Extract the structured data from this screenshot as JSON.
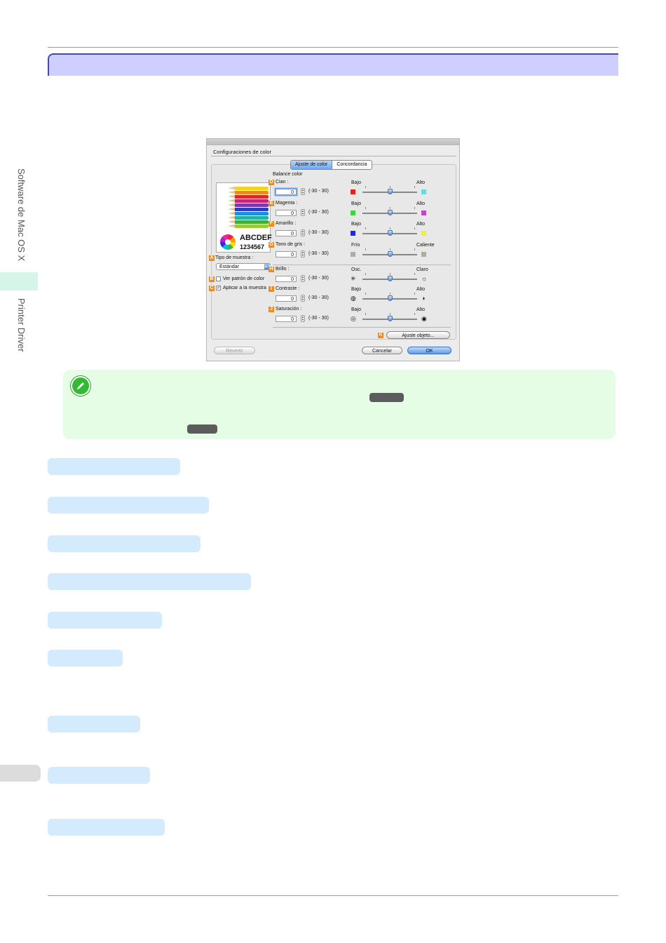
{
  "sidebar": {
    "section_label": "Software de Mac OS X",
    "chapter_label": "Printer Driver"
  },
  "dialog": {
    "title": "Configuraciones de color",
    "tabs": [
      "Ajuste de color",
      "Concordancia"
    ],
    "balance_label": "Balance color",
    "preview_text_1": "ABCDEF",
    "preview_text_2": "1234567",
    "sample_type_label": "Tipo de muestra :",
    "sample_type_value": "Estándar",
    "show_pattern_label": "Ver patrón de color",
    "apply_sample_label": "Aplicar a la muestra",
    "apply_sample_checked": true,
    "show_pattern_checked": false,
    "range_text": "(-30 - 30)",
    "callouts": [
      "A",
      "B",
      "C",
      "D",
      "E",
      "F",
      "G",
      "H",
      "I",
      "J",
      "K"
    ],
    "rows": [
      {
        "letter": "D",
        "label": "Cian :",
        "value": "0",
        "low": "Bajo",
        "high": "Alto",
        "low_color": "#e2231a",
        "high_color": "#55e0ea",
        "level": 0
      },
      {
        "letter": "E",
        "label": "Magenta :",
        "value": "0",
        "low": "Bajo",
        "high": "Alto",
        "low_color": "#42d142",
        "high_color": "#d03ad8",
        "level": 0
      },
      {
        "letter": "F",
        "label": "Amarillo :",
        "value": "0",
        "low": "Bajo",
        "high": "Alto",
        "low_color": "#1d2bd8",
        "high_color": "#f3ef2a",
        "level": 0
      },
      {
        "letter": "G",
        "label": "Tono de gris :",
        "value": "0",
        "low": "Frío",
        "high": "Caliente",
        "low_color": "#a9adbb",
        "high_color": "#b4ab98",
        "level": 0
      },
      {
        "letter": "H",
        "label": "Brillo :",
        "value": "0",
        "low": "Osc.",
        "high": "Claro",
        "low_color": "",
        "high_color": "",
        "level": 0
      },
      {
        "letter": "I",
        "label": "Contraste :",
        "value": "0",
        "low": "Bajo",
        "high": "Alto",
        "low_color": "",
        "high_color": "",
        "level": 0
      },
      {
        "letter": "J",
        "label": "Saturación :",
        "value": "0",
        "low": "Bajo",
        "high": "Alto",
        "low_color": "",
        "high_color": "",
        "level": 0
      }
    ],
    "object_adjust_button": "Ajuste objeto...",
    "revert_button": "Revertir",
    "cancel_button": "Cancelar",
    "ok_button": "OK"
  }
}
